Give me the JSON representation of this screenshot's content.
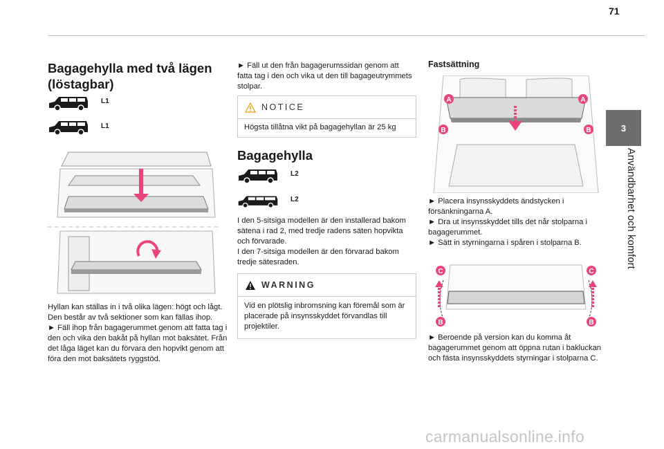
{
  "page": {
    "number": "71",
    "chapter_tab": "3",
    "chapter_title": "Användbarhet och komfort"
  },
  "col1": {
    "heading": "Bagagehylla med två lägen (löstagbar)",
    "car_labels": [
      "L1",
      "L1"
    ],
    "body": "Hyllan kan ställas in i två olika lägen: högt och lågt.\nDen består av två sektioner som kan fällas ihop.\n►  Fäll ihop från bagagerummet genom att fatta tag i den och vika den bakåt på hyllan mot baksätet. Från det låga läget kan du förvara den hopvikt genom att föra den mot baksätets ryggstöd."
  },
  "col2": {
    "intro": "►  Fäll ut den från bagagerumssidan genom att fatta tag i den och vika ut den till bagageutrymmets stolpar.",
    "notice": {
      "title": "NOTICE",
      "text": "Högsta tillåtna vikt på bagagehyllan är 25 kg"
    },
    "heading": "Bagagehylla",
    "car_labels": [
      "L2",
      "L2"
    ],
    "body": "I den 5-sitsiga modellen är den installerad bakom sätena i rad 2, med tredje radens säten hopvikta och förvarade.\nI den 7-sitsiga modellen är den förvarad bakom tredje sätesraden.",
    "warning": {
      "title": "WARNING",
      "text": "Vid en plötslig inbromsning kan föremål som är placerade på insynsskyddet förvandlas till projektiler."
    }
  },
  "col3": {
    "heading": "Fastsättning",
    "fig1_markers": [
      "A",
      "A",
      "B",
      "B"
    ],
    "steps": "►  Placera insynsskyddets ändstycken i försänkningarna A.\n►  Dra ut insynsskyddet tills det når stolparna i bagagerummet.\n►  Sätt in styrningarna i spåren i stolparna B.",
    "fig2_markers": [
      "C",
      "C",
      "B",
      "B"
    ],
    "final": "►  Beroende på version kan du komma åt bagagerummet genom att öppna rutan i bakluckan och fästa insynsskyddets styrningar i stolparna C."
  },
  "footer": {
    "watermark": "carmanualsonline.info"
  },
  "colors": {
    "accent": "#e8457a",
    "tab": "#6d6d6d",
    "rule": "#bbbbbb"
  }
}
